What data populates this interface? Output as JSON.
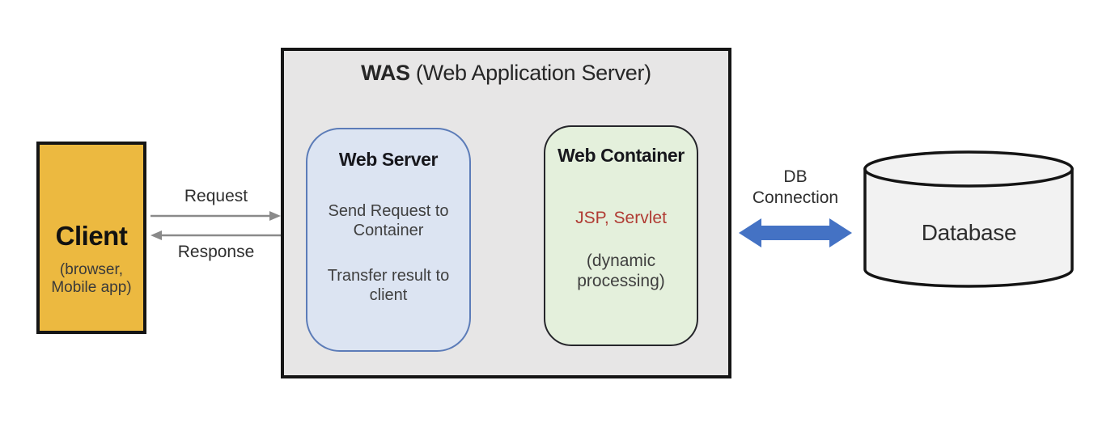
{
  "colors": {
    "client_fill": "#ECB940",
    "was_fill": "#E7E6E6",
    "web_server_fill": "#DCE4F2",
    "web_server_border": "#5C7CB8",
    "web_container_fill": "#E4F0DC",
    "accent_red": "#B03B33",
    "db_arrow_blue": "#4472C4",
    "gray_arrow": "#8A8A8A"
  },
  "client": {
    "title": "Client",
    "subtitle": "(browser, Mobile app)"
  },
  "was": {
    "title_bold": "WAS",
    "title_rest": " (Web Application Server)",
    "web_server": {
      "title": "Web Server",
      "lines": [
        "Send Request to Container",
        "Transfer result to client"
      ]
    },
    "web_container": {
      "title": "Web Container",
      "tech": "JSP, Servlet",
      "note": "(dynamic processing)"
    }
  },
  "connections": {
    "request_label": "Request",
    "response_label": "Response",
    "db_connection_label": "DB\nConnection"
  },
  "database": {
    "label": "Database"
  }
}
